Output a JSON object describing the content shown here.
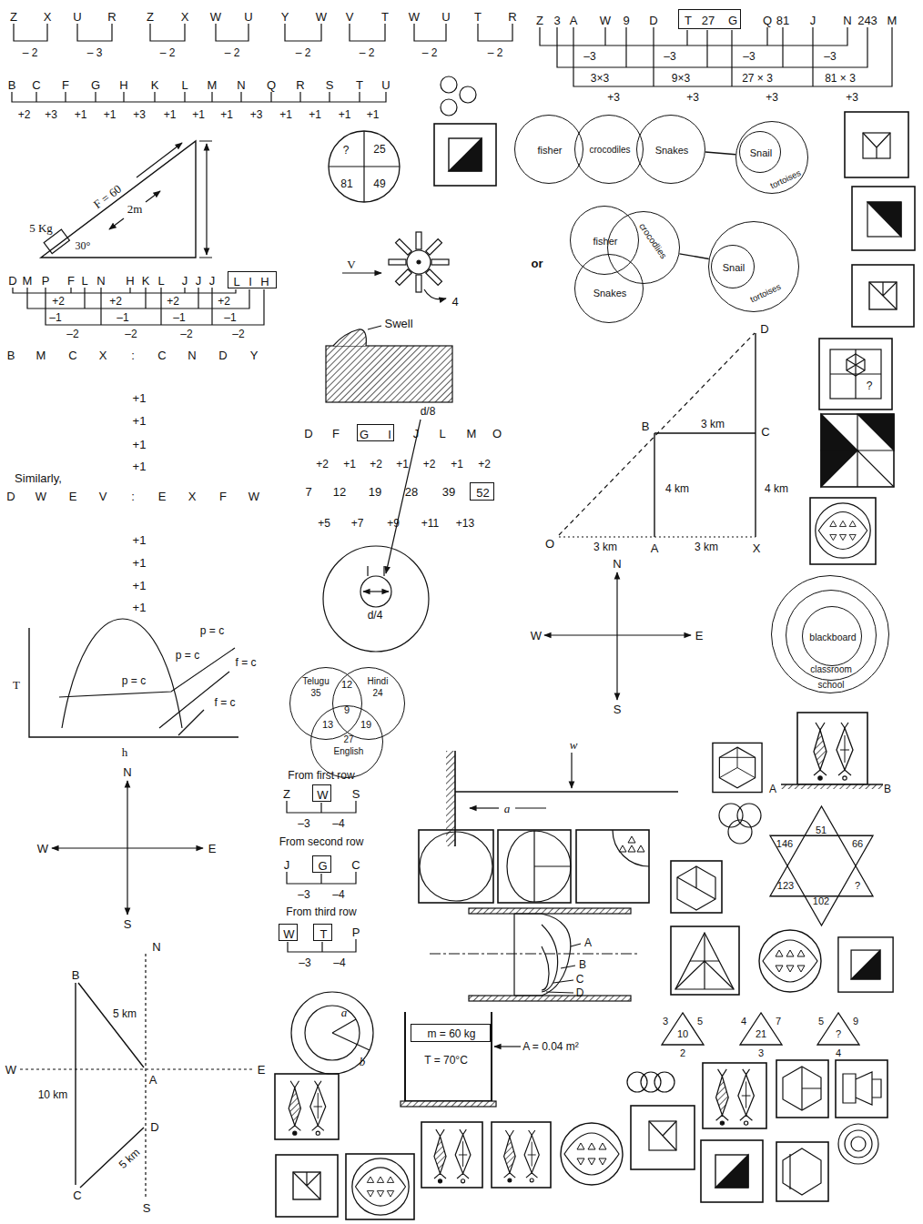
{
  "diagram": {
    "nodes": [
      {
        "text": [
          "T",
          "27",
          "G"
        ]
      },
      {
        "text": [
          "?",
          "25",
          "81",
          "49"
        ]
      },
      {
        "text": [
          "fisher"
        ]
      },
      {
        "text": [
          "crocodiles"
        ]
      },
      {
        "text": [
          "Snakes"
        ]
      },
      {
        "text": [
          "tortoises"
        ]
      },
      {
        "text": [
          "Snail"
        ],
        "in": 5
      },
      {
        "text": [
          "fisher"
        ]
      },
      {
        "text": [
          "crocodlies"
        ]
      },
      {
        "text": [
          "Snakes"
        ]
      },
      {
        "text": [
          "tortoises"
        ]
      },
      {
        "text": [
          "Snail"
        ],
        "in": 10
      },
      {
        "text": [
          "L",
          "I",
          "H"
        ]
      },
      {
        "text": [
          "G",
          "I"
        ]
      },
      {
        "text": [
          "52"
        ]
      },
      {
        "text": [
          "school"
        ]
      },
      {
        "text": [
          "classroom"
        ],
        "in": 15
      },
      {
        "text": [
          "blackboard"
        ],
        "in": 16
      },
      {
        "text": [
          "Telugu",
          "35"
        ]
      },
      {
        "text": [
          "Hindi",
          "24"
        ]
      },
      {
        "text": [
          "27",
          "English"
        ]
      },
      {
        "text": [
          "W"
        ]
      },
      {
        "text": [
          "G"
        ]
      },
      {
        "text": [
          "W"
        ]
      },
      {
        "text": [
          "T"
        ]
      },
      {
        "text": [
          "51",
          "146",
          "66",
          "123",
          "?",
          "102"
        ]
      },
      {
        "text": [
          "3",
          "5",
          "10",
          "2"
        ]
      },
      {
        "text": [
          "4",
          "7",
          "21",
          "3"
        ]
      },
      {
        "text": [
          "5",
          "9",
          "?",
          "4"
        ]
      },
      {
        "text": [
          "m = 60 kg"
        ]
      }
    ],
    "edges": [
      {
        "from": 4,
        "to": 5,
        "arrow": "none"
      },
      {
        "from": 8,
        "to": 10,
        "arrow": "none"
      }
    ],
    "labels": [
      "Z",
      "X",
      "U",
      "R",
      "Z",
      "X",
      "W",
      "U",
      "Y",
      "W",
      "V",
      "T",
      "W",
      "U",
      "T",
      "R",
      "– 2",
      "– 3",
      "– 2",
      "– 2",
      "– 2",
      "– 2",
      "– 2",
      "– 2",
      "Z",
      "3",
      "A",
      "W",
      "9",
      "D",
      "Q",
      "81",
      "J",
      "N",
      "243",
      "M",
      "–3",
      "–3",
      "–3",
      "–3",
      "3×3",
      "9×3",
      "27 × 3",
      "81 × 3",
      "+3",
      "+3",
      "+3",
      "+3",
      "B",
      "C",
      "F",
      "G",
      "H",
      "K",
      "L",
      "M",
      "N",
      "Q",
      "R",
      "S",
      "T",
      "U",
      "+2",
      "+3",
      "+1",
      "+1",
      "+3",
      "+1",
      "+1",
      "+1",
      "+3",
      "+1",
      "+1",
      "+1",
      "+1",
      "5 Kg",
      "F = 60",
      "2m",
      "30°",
      "D",
      "M",
      "P",
      "F",
      "L",
      "N",
      "H",
      "K",
      "L",
      "J",
      "J",
      "J",
      "+2",
      "+2",
      "+2",
      "+2",
      "–1",
      "–1",
      "–1",
      "–1",
      "–2",
      "–2",
      "–2",
      "–2",
      "V",
      "4",
      "Swell",
      "B",
      "M",
      "C",
      "X",
      ":",
      "C",
      "N",
      "D",
      "Y",
      "+1",
      "+1",
      "+1",
      "+1",
      "Similarly,",
      "D",
      "W",
      "E",
      "V",
      ":",
      "E",
      "X",
      "F",
      "W",
      "+1",
      "+1",
      "+1",
      "+1",
      "D",
      "F",
      "J",
      "L",
      "M",
      "O",
      "+2",
      "+1",
      "+2",
      "+1",
      "+2",
      "+1",
      "+2",
      "7",
      "12",
      "19",
      "28",
      "39",
      "+5",
      "+7",
      "+9",
      "+11",
      "+13",
      "d/8",
      "d/4",
      "T",
      "h",
      "p = c",
      "p = c",
      "p = c",
      "f = c",
      "f = c",
      "12",
      "9",
      "13",
      "19",
      "N",
      "W",
      "E",
      "S",
      "From first row",
      "Z",
      "S",
      "–3",
      "–4",
      "From second row",
      "J",
      "C",
      "–3",
      "–4",
      "From third row",
      "P",
      "–3",
      "–4",
      "a",
      "b",
      "T = 70°C",
      "A = 0.04 m²",
      "w",
      "a",
      "A",
      "B",
      "C",
      "D",
      "B",
      "N",
      "5 km",
      "W",
      "A",
      "E",
      "10 km",
      "D",
      "5 km",
      "C",
      "S",
      "D",
      "B",
      "3 km",
      "C",
      "4 km",
      "4 km",
      "O",
      "3 km",
      "A",
      "3 km",
      "X",
      "N",
      "W",
      "E",
      "S",
      "or",
      "?",
      "A",
      "B"
    ]
  }
}
